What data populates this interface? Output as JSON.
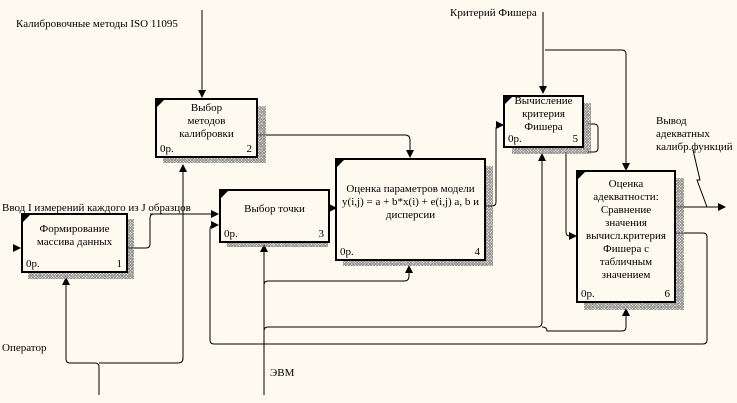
{
  "diagram": {
    "type": "IDEF0",
    "boxes": [
      {
        "id": "1",
        "title": "Формирование массива данных",
        "cost": "0р.",
        "number": "1"
      },
      {
        "id": "2",
        "title": "Выбор методов калибровки",
        "cost": "0р.",
        "number": "2"
      },
      {
        "id": "3",
        "title": "Выбор точки",
        "cost": "0р.",
        "number": "3"
      },
      {
        "id": "4",
        "title": "Оценка параметров модели y(i,j) = a + b*x(i) + e(i,j) a, b и дисперсии",
        "cost": "0р.",
        "number": "4"
      },
      {
        "id": "5",
        "title": "Вычисление критерия Фишера",
        "cost": "0р.",
        "number": "5"
      },
      {
        "id": "6",
        "title": "Оценка адекватности: Сравнение значения вычисл.критерия Фишера с табличным значением",
        "cost": "0р.",
        "number": "6"
      }
    ],
    "arrow_labels": {
      "control_iso": "Калибровочные методы ISO 11095",
      "input_measurements": "Ввод I измерений каждого из J образцов",
      "control_fisher": "Критерий Фишера",
      "output_functions": "Вывод адекватных калибр.функций",
      "mechanism_operator": "Оператор",
      "mechanism_computer": "ЭВМ"
    }
  }
}
